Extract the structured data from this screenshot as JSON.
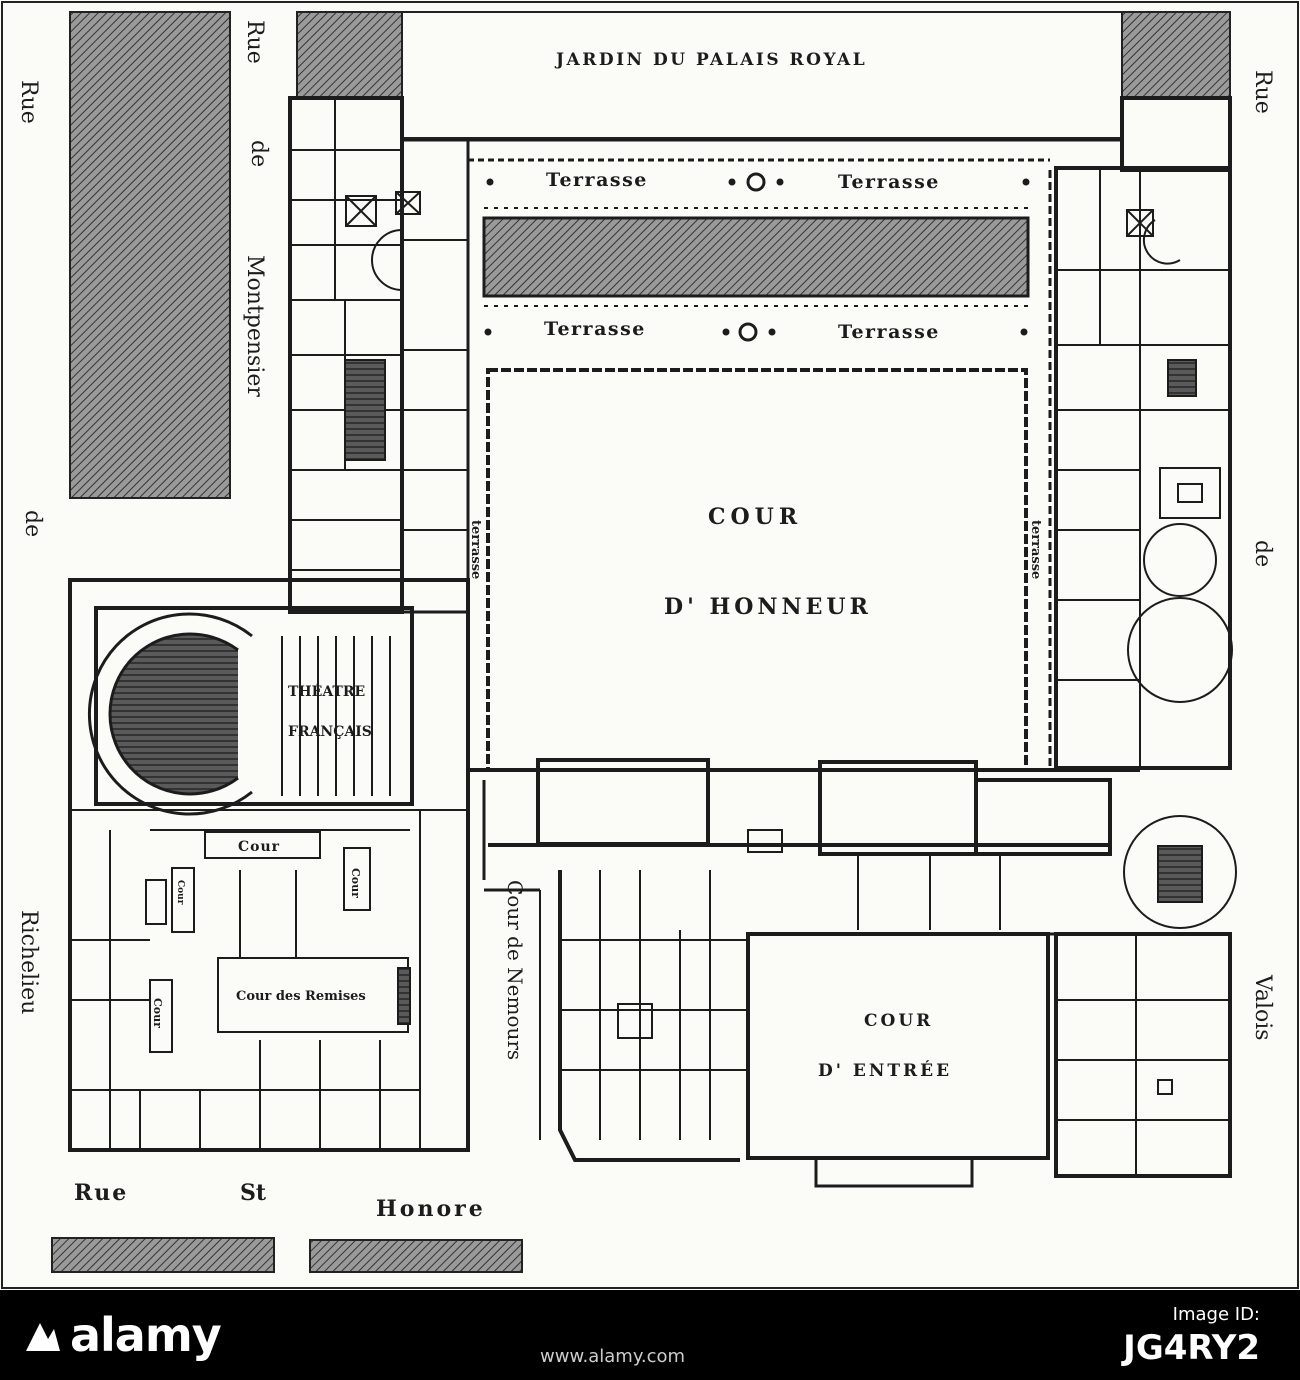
{
  "streets": {
    "montpensier": [
      "Rue",
      "de",
      "Montpensier"
    ],
    "richelieu": [
      "Rue",
      "de",
      "Richelieu"
    ],
    "valois": [
      "Rue",
      "de",
      "Valois"
    ],
    "st_honore": {
      "rue": "Rue",
      "st": "St",
      "honore": "Honore"
    },
    "cour_de_nemours": "Cour de Nemours"
  },
  "labels": {
    "jardin": "JARDIN DU PALAIS ROYAL",
    "terrasse": "Terrasse",
    "terrasse_small": "terrasse",
    "cour": "Cour",
    "cour_honneur": [
      "COUR",
      "D' HONNEUR"
    ],
    "cour_entree": [
      "COUR",
      "D' ENTRÉE"
    ],
    "theatre": [
      "THÉATRE",
      "FRANÇAIS"
    ],
    "cour_des_remises": "Cour des Remises"
  },
  "watermark": {
    "logo": "alamy",
    "id_label": "Image ID:",
    "id_value": "JG4RY2",
    "url": "www.alamy.com"
  },
  "colors": {
    "ink": "#1c1c1c",
    "paper": "#fbfbf8",
    "bar": "#000000"
  }
}
